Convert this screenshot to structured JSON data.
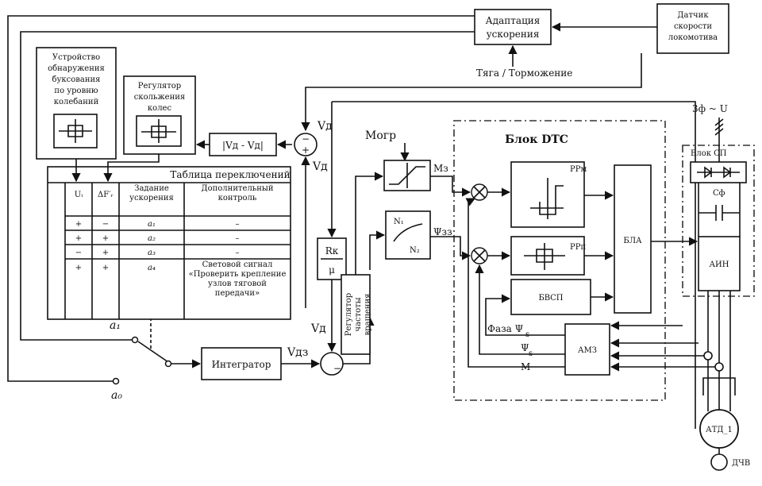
{
  "blocks": {
    "accel_adapt": [
      "Адаптация",
      "ускорения"
    ],
    "speed_sensor": [
      "Датчик",
      "скорости",
      "локомотива"
    ],
    "traction_braking": "Тяга / Торможение",
    "slip_detector": [
      "Устройство",
      "обнаружения",
      "буксования",
      "по уровню",
      "колебаний"
    ],
    "slip_regulator": [
      "Регулятор",
      "скольжения",
      "колес"
    ],
    "speed_diff": "|Vд - Vд|",
    "switch_table_title": "Таблица переключений",
    "integrator": "Интегратор",
    "rotation_freq_regulator": [
      "Регулятор",
      "частоты",
      "вращения"
    ],
    "rk_mu": [
      "Rк",
      "μ"
    ],
    "m_limit": "Mогр",
    "dtc_title": "Блок DTC",
    "pp_m": "РРм",
    "pp_psi": "РРп",
    "bla": "БЛА",
    "bvsp": "БВСП",
    "amz": "АМЗ",
    "sp_title": "Блок СП",
    "three_phase": "3ф ~ U",
    "cf": "Cф",
    "ain": "АИН",
    "atd": "АТД_1",
    "dchv": "ДЧВ"
  },
  "signals": {
    "vd": "Vд",
    "vd_bottom": "Vд",
    "vdz": "Vдз",
    "m3": "Mз",
    "psi_z": "Ψзз",
    "n1": "N₁",
    "n2": "N₂",
    "phase_psi": "Фаза Ψ",
    "psi": "Ψ",
    "m": "M",
    "a0": "a₀",
    "a1": "a₁",
    "s": "s",
    "s2": "s",
    "minus": "−",
    "plus": "+"
  },
  "table": {
    "headers": [
      "Uᵢ",
      "ΔF′ᵣ",
      "Задание ускорения",
      "Дополнительный контроль"
    ],
    "rows": [
      [
        "+",
        "−",
        "a₁",
        "–"
      ],
      [
        "+",
        "+",
        "a₂",
        "–"
      ],
      [
        "−",
        "+",
        "a₃",
        "–"
      ],
      [
        "+",
        "+",
        "a₄",
        "Световой сигнал «Проверить крепление узлов тяговой передачи»"
      ]
    ]
  }
}
